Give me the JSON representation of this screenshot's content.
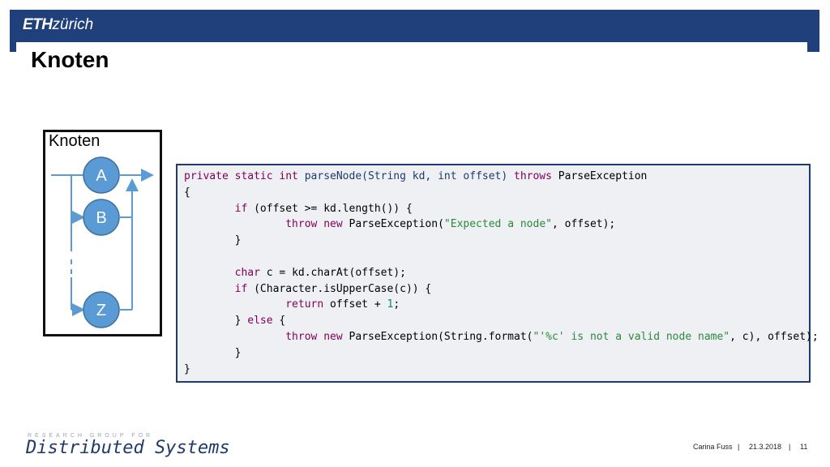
{
  "header": {
    "brand_bold": "ETH",
    "brand_rest": "zürich",
    "title": "Knoten"
  },
  "diagram": {
    "label": "Knoten",
    "nodes": [
      "A",
      "B",
      "Z"
    ],
    "node_color": "#5b9bd5"
  },
  "code": {
    "lines": [
      "private static int parseNode(String kd, int offset) throws ParseException",
      "{",
      "        if (offset >= kd.length()) {",
      "                throw new ParseException(\"Expected a node\", offset);",
      "        }",
      "",
      "        char c = kd.charAt(offset);",
      "        if (Character.isUpperCase(c)) {",
      "                return offset + 1;",
      "        } else {",
      "                throw new ParseException(String.format(\"'%c' is not a valid node name\", c), offset);",
      "        }",
      "}"
    ]
  },
  "footer": {
    "research": "RESEARCH GROUP FOR",
    "group": "Distributed Systems",
    "author": "Carina Fuss",
    "sep": "|",
    "date": "21.3.2018",
    "page": "11"
  },
  "colors": {
    "brand": "#1f407a",
    "code_border": "#1f3a6b",
    "code_bg": "#eef0f4"
  }
}
